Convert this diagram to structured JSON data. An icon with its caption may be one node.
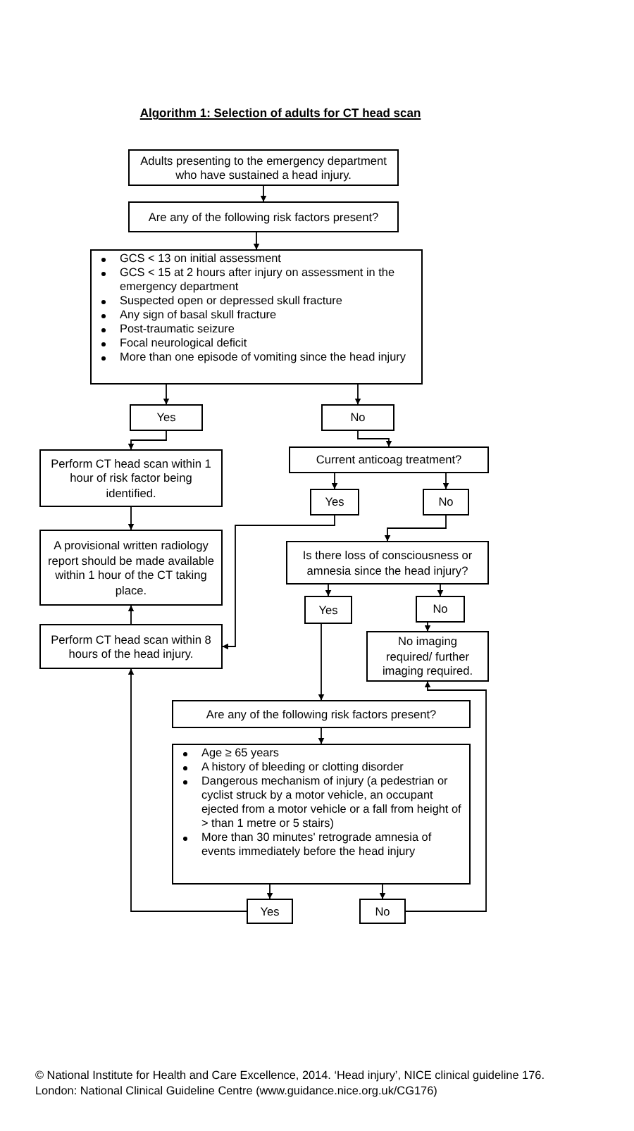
{
  "diagram": {
    "title": "Algorithm 1: Selection of adults for CT head scan",
    "nodes": [
      {
        "text": [
          "Adults presenting to the emergency department who have sustained a head injury."
        ]
      },
      {
        "text": [
          "Are any of the following risk factors present?"
        ]
      },
      {
        "text": [
          "GCS < 13 on initial assessment",
          "GCS < 15 at 2 hours after injury on assessment in the emergency department",
          "Suspected open or depressed skull fracture",
          "Any sign of basal skull fracture",
          "Post-traumatic seizure",
          "Focal neurological deficit",
          "More than one episode of vomiting since the head injury"
        ]
      },
      {
        "text": [
          "Yes"
        ]
      },
      {
        "text": [
          "No"
        ]
      },
      {
        "text": [
          "Perform CT head scan within 1 hour of risk factor being identified."
        ]
      },
      {
        "text": [
          "Current anticoag treatment?"
        ]
      },
      {
        "text": [
          "Yes"
        ]
      },
      {
        "text": [
          "No"
        ]
      },
      {
        "text": [
          "A provisional written radiology report should be made available within 1 hour of the CT taking place."
        ]
      },
      {
        "text": [
          "Is there loss of consciousness or amnesia since the head injury?"
        ]
      },
      {
        "text": [
          "Yes"
        ]
      },
      {
        "text": [
          "No"
        ]
      },
      {
        "text": [
          "Perform CT head scan within 8 hours of the head injury."
        ]
      },
      {
        "text": [
          "No imaging required/ further imaging required."
        ]
      },
      {
        "text": [
          "Are any of the following risk factors present?"
        ]
      },
      {
        "text": [
          "Age ≥ 65 years",
          "A history of bleeding or clotting disorder",
          "Dangerous mechanism of injury (a pedestrian or cyclist struck by a motor vehicle, an occupant ejected from a motor vehicle or a fall from height of > than 1 metre or 5 stairs)",
          "More than 30 minutes' retrograde amnesia of events immediately before the head injury"
        ]
      },
      {
        "text": [
          "Yes"
        ]
      },
      {
        "text": [
          "No"
        ]
      }
    ],
    "edges": [
      {
        "from": 0,
        "to": 1,
        "arrow": "to"
      },
      {
        "from": 1,
        "to": 2,
        "arrow": "to"
      },
      {
        "from": 2,
        "to": 3,
        "arrow": "to"
      },
      {
        "from": 2,
        "to": 4,
        "arrow": "to"
      },
      {
        "from": 3,
        "to": 5,
        "arrow": "to"
      },
      {
        "from": 4,
        "to": 6,
        "arrow": "to"
      },
      {
        "from": 5,
        "to": 9,
        "arrow": "to"
      },
      {
        "from": 6,
        "to": 7,
        "arrow": "to"
      },
      {
        "from": 6,
        "to": 8,
        "arrow": "to"
      },
      {
        "from": 7,
        "to": 13,
        "arrow": "to"
      },
      {
        "from": 8,
        "to": 10,
        "arrow": "to"
      },
      {
        "from": 13,
        "to": 9,
        "arrow": "to"
      },
      {
        "from": 10,
        "to": 11,
        "arrow": "to"
      },
      {
        "from": 10,
        "to": 12,
        "arrow": "to"
      },
      {
        "from": 12,
        "to": 14,
        "arrow": "to"
      },
      {
        "from": 11,
        "to": 15,
        "arrow": "to"
      },
      {
        "from": 15,
        "to": 16,
        "arrow": "to"
      },
      {
        "from": 16,
        "to": 17,
        "arrow": "to"
      },
      {
        "from": 16,
        "to": 18,
        "arrow": "to"
      },
      {
        "from": 17,
        "to": 13,
        "arrow": "to"
      },
      {
        "from": 18,
        "to": 14,
        "arrow": "to"
      }
    ],
    "labels": [
      "© National Institute for Health and Care Excellence, 2014. ‘Head injury’, NICE clinical guideline 176. London: National Clinical Guideline Centre (www.guidance.nice.org.uk/CG176)"
    ]
  }
}
